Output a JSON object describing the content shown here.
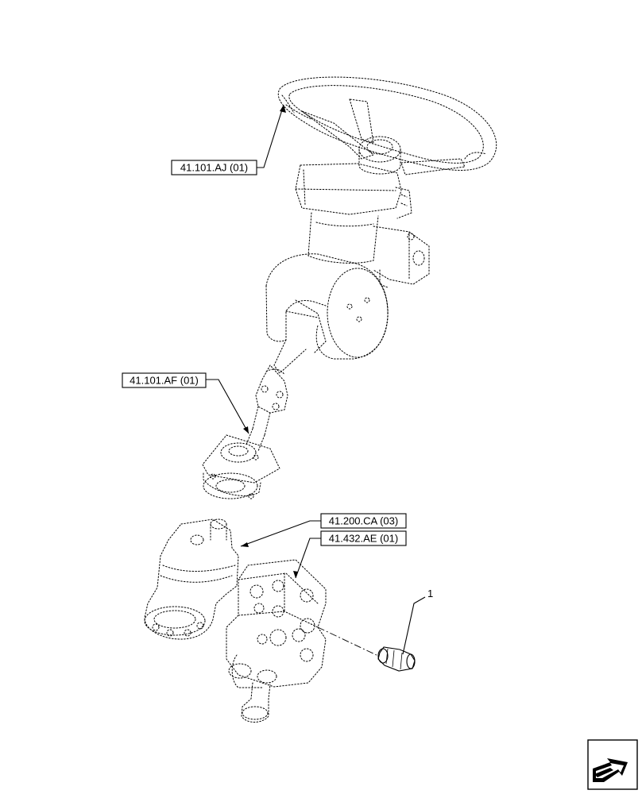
{
  "callouts": {
    "steering_wheel_ref": "41.101.AJ (01)",
    "steering_column_ref": "41.101.AF (01)",
    "steering_motor_ref": "41.200.CA (03)",
    "valve_block_ref": "41.432.AE (01)"
  },
  "item_numbers": {
    "item_1": "1"
  },
  "icons": {
    "navigation": "next-page-arrow-icon"
  }
}
